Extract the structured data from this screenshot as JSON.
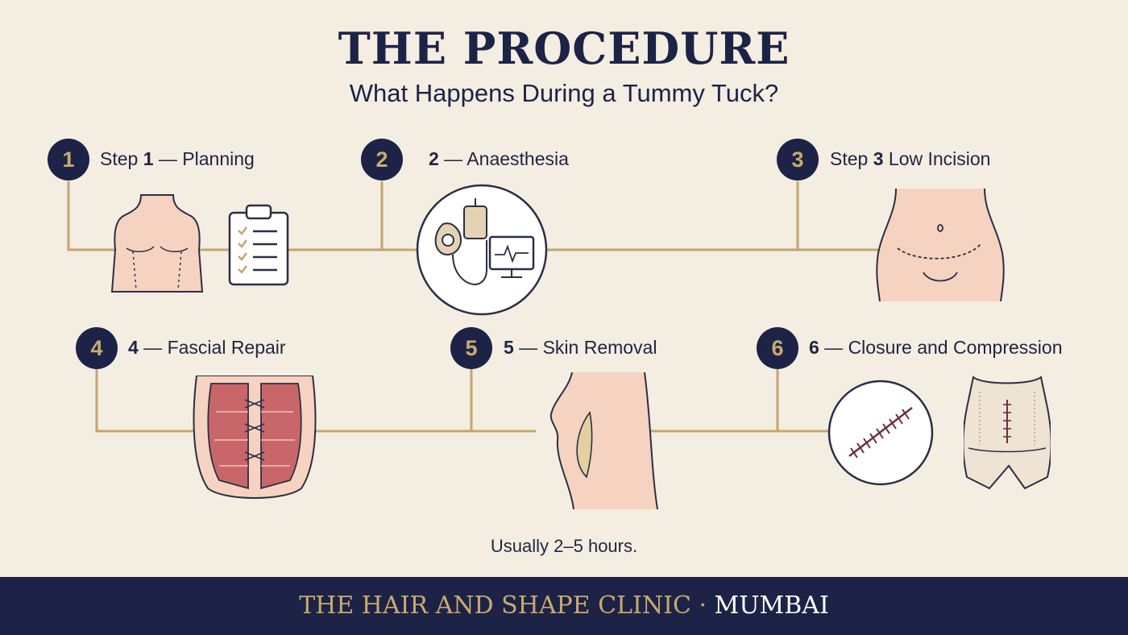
{
  "header": {
    "title": "THE PROCEDURE",
    "subtitle": "What Happens During a Tummy Tuck?"
  },
  "steps": [
    {
      "number": "1",
      "prefix": "Step ",
      "bold": "1",
      "label": " — Planning",
      "illustration": "body-outline-and-clipboard-checklist"
    },
    {
      "number": "2",
      "prefix": "",
      "bold": "2",
      "label": " — Anaesthesia",
      "illustration": "anaesthesia-mask-iv-bag-monitor"
    },
    {
      "number": "3",
      "prefix": "Step ",
      "bold": "3",
      "label": " Low Incision",
      "illustration": "lower-abdomen-incision-line"
    },
    {
      "number": "4",
      "prefix": "",
      "bold": "4",
      "label": " — Fascial Repair",
      "illustration": "abdominal-muscles-sutured"
    },
    {
      "number": "5",
      "prefix": "",
      "bold": "5",
      "label": " — Skin Removal",
      "illustration": "side-profile-skin-excision"
    },
    {
      "number": "6",
      "prefix": "",
      "bold": "6",
      "label": " — Closure and Compression",
      "illustration": "sutured-scar-and-compression-garment"
    }
  ],
  "duration_note": "Usually 2–5 hours.",
  "footer": {
    "clinic": "THE HAIR AND SHAPE CLINIC",
    "separator": " · ",
    "city": "MUMBAI"
  },
  "colors": {
    "background": "#f4ede1",
    "navy": "#1c2346",
    "gold": "#c9aa70",
    "skin": "#f6d3c0",
    "muscle": "#c9666a"
  }
}
